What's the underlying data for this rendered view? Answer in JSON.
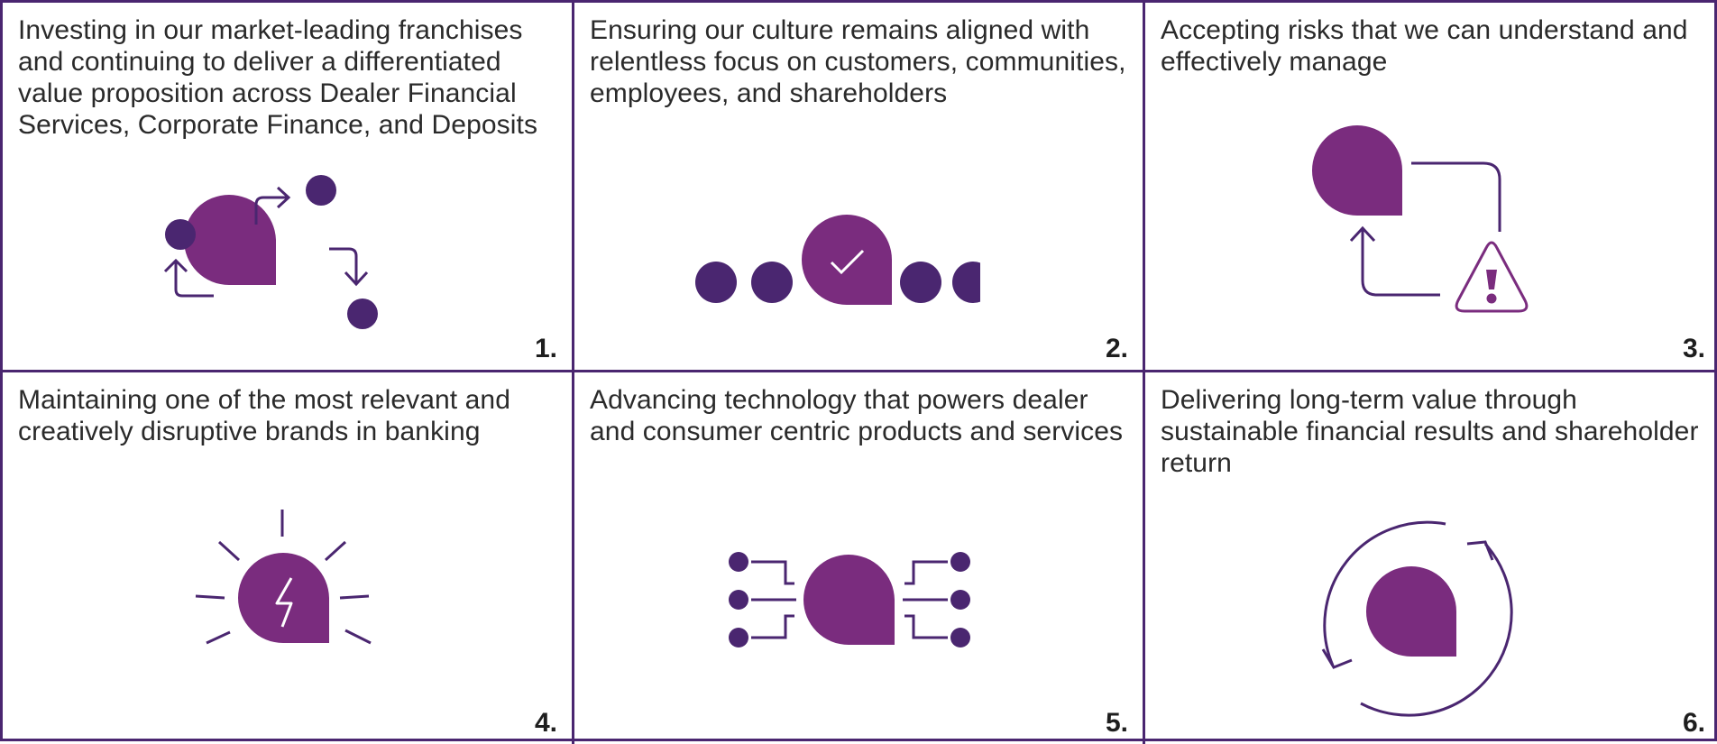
{
  "colors": {
    "border": "#4a2670",
    "dark_purple": "#4a2670",
    "brand_purple": "#7a2c7e",
    "text": "#2a2a2a"
  },
  "cells": [
    {
      "number": "1.",
      "text": "Investing in our market-leading franchises and continuing to deliver a differentiated value proposition across Dealer Financial Services, Corporate Finance, and Deposits",
      "icon": "franchise-cycle-icon"
    },
    {
      "number": "2.",
      "text": "Ensuring our culture remains aligned with relentless focus on customers, communities, employees, and shareholders",
      "icon": "check-bubble-icon"
    },
    {
      "number": "3.",
      "text": "Accepting risks that we can understand and effectively manage",
      "icon": "risk-cycle-icon"
    },
    {
      "number": "4.",
      "text": "Maintaining one of the most relevant and creatively disruptive brands in banking",
      "icon": "lightning-bubble-icon"
    },
    {
      "number": "5.",
      "text": "Advancing technology that powers dealer and consumer centric products and services",
      "icon": "network-bubble-icon"
    },
    {
      "number": "6.",
      "text": "Delivering long-term value through sustainable financial results and shareholder return",
      "icon": "refresh-bubble-icon"
    }
  ]
}
